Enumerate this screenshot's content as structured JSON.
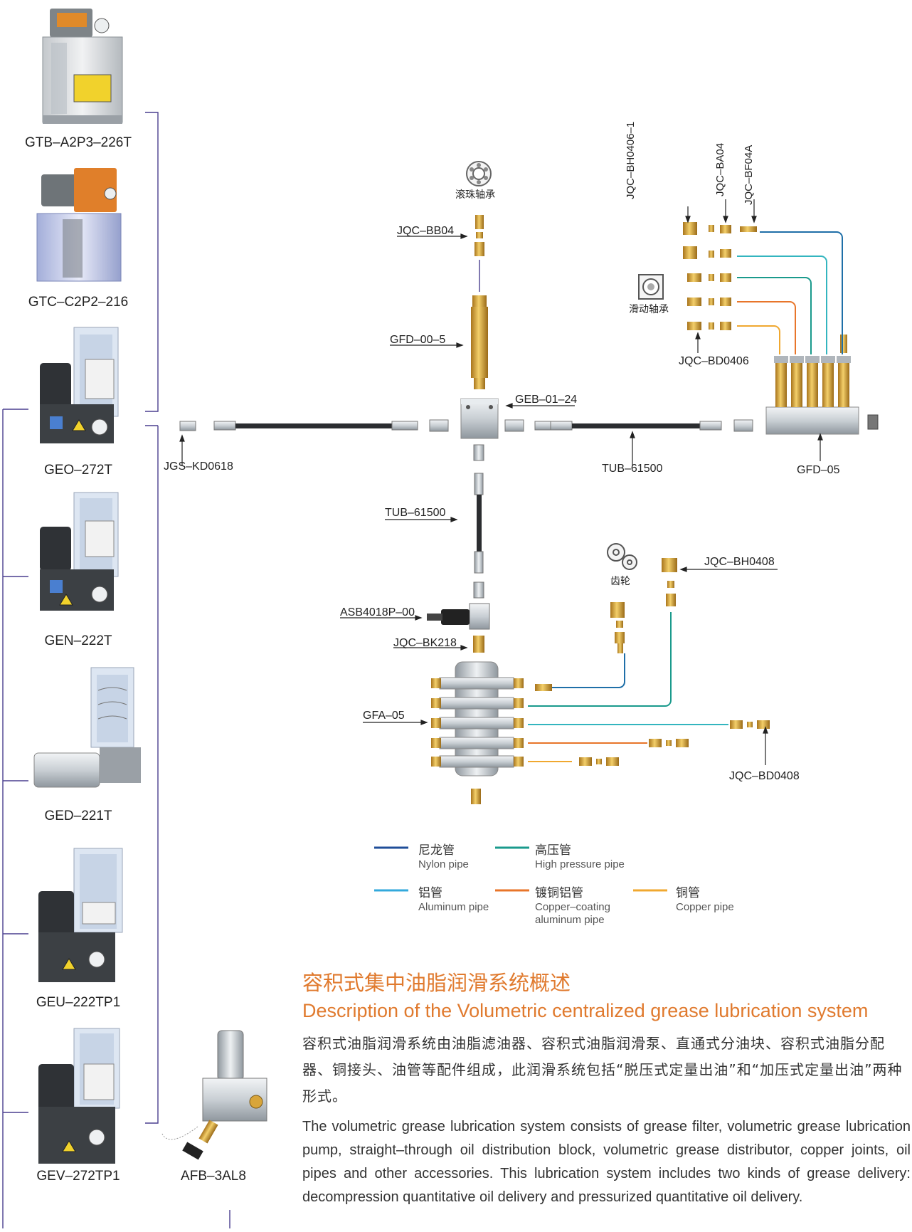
{
  "pumps": [
    {
      "label": "GTB–A2P3–226T"
    },
    {
      "label": "GTC–C2P2–216"
    },
    {
      "label": "GEO–272T"
    },
    {
      "label": "GEN–222T"
    },
    {
      "label": "GED–221T"
    },
    {
      "label": "GEU–222TP1"
    },
    {
      "label": "GEV–272TP1"
    },
    {
      "label": "AFB–3AL8"
    }
  ],
  "parts": {
    "ball_bearing": "滚珠轴承",
    "sliding_bearing": "滑动轴承",
    "gear": "齿轮",
    "jqc_bb04": "JQC–BB04",
    "gfd_00_5": "GFD–00–5",
    "geb_01_24": "GEB–01–24",
    "jgs_kd0618": "JGS–KD0618",
    "tub_61500_h": "TUB–61500",
    "tub_61500_v": "TUB–61500",
    "gfd_05": "GFD–05",
    "jqc_bh0406_1": "JQC–BH0406–1",
    "jqc_ba04": "JQC–BA04",
    "jqc_bf04a": "JQC–BF04A",
    "jqc_bd0406": "JQC–BD0406",
    "asb4018p_00": "ASB4018P–00",
    "jqc_bk218": "JQC–BK218",
    "gfa_05": "GFA–05",
    "jqc_bh0408": "JQC–BH0408",
    "jqc_bd0408": "JQC–BD0408"
  },
  "legend": [
    {
      "cn": "尼龙管",
      "en": "Nylon pipe",
      "color": "#1f4e99"
    },
    {
      "cn": "高压管",
      "en": "High pressure pipe",
      "color": "#1a9a8c"
    },
    {
      "cn": "铝管",
      "en": "Aluminum pipe",
      "color": "#33a9dc"
    },
    {
      "cn": "镀铜铝管",
      "en_1": "Copper–coating",
      "en_2": "aluminum pipe",
      "color": "#e8752a"
    },
    {
      "cn": "铜管",
      "en": "Copper pipe",
      "color": "#f0a830"
    }
  ],
  "description": {
    "title_cn": "容积式集中油脂润滑系统概述",
    "title_en": "Description of the Volumetric centralized grease lubrication system",
    "para_cn": "容积式油脂润滑系统由油脂滤油器、容积式油脂润滑泵、直通式分油块、容积式油脂分配器、铜接头、油管等配件组成，此润滑系统包括“脱压式定量出油”和“加压式定量出油”两种形式。",
    "para_en": "The volumetric grease lubrication system consists of grease filter, volumetric grease lubrication pump, straight–through oil distribution block, volumetric grease distributor, copper joints, oil pipes and other accessories. This lubrication system includes two kinds of grease delivery: decompression quantitative oil delivery and pressurized quantitative oil delivery."
  }
}
